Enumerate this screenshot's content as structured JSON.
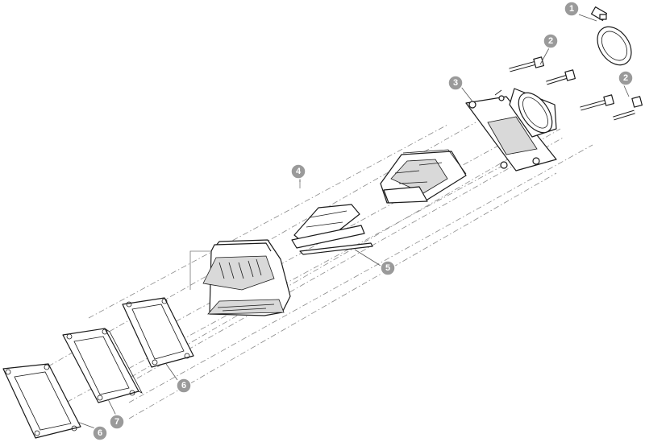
{
  "callouts": {
    "c1": "1",
    "c2a": "2",
    "c2b": "2",
    "c3": "3",
    "c4": "4",
    "c5": "5",
    "c6a": "6",
    "c6b": "6",
    "c7": "7"
  },
  "colors": {
    "callout_fill": "#9a9a9a",
    "line": "#1a1a1a",
    "centerline": "#8a8a8a"
  }
}
